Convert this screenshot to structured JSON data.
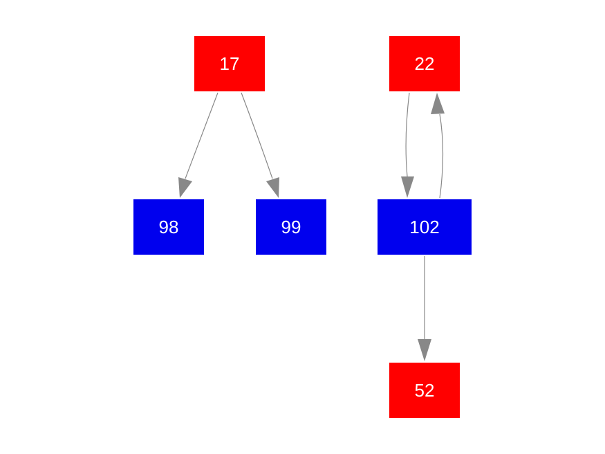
{
  "colors": {
    "red_node": "#ff0000",
    "blue_node": "#0000ee",
    "edge": "#888888",
    "label": "#ffffff",
    "background": "#ffffff"
  },
  "nodes": [
    {
      "id": "n17",
      "label": "17",
      "color": "red"
    },
    {
      "id": "n22",
      "label": "22",
      "color": "red"
    },
    {
      "id": "n98",
      "label": "98",
      "color": "blue"
    },
    {
      "id": "n99",
      "label": "99",
      "color": "blue"
    },
    {
      "id": "n102",
      "label": "102",
      "color": "blue"
    },
    {
      "id": "n52",
      "label": "52",
      "color": "red"
    }
  ],
  "edges": [
    {
      "from": "17",
      "to": "98"
    },
    {
      "from": "17",
      "to": "99"
    },
    {
      "from": "22",
      "to": "102"
    },
    {
      "from": "102",
      "to": "22"
    },
    {
      "from": "102",
      "to": "52"
    }
  ]
}
